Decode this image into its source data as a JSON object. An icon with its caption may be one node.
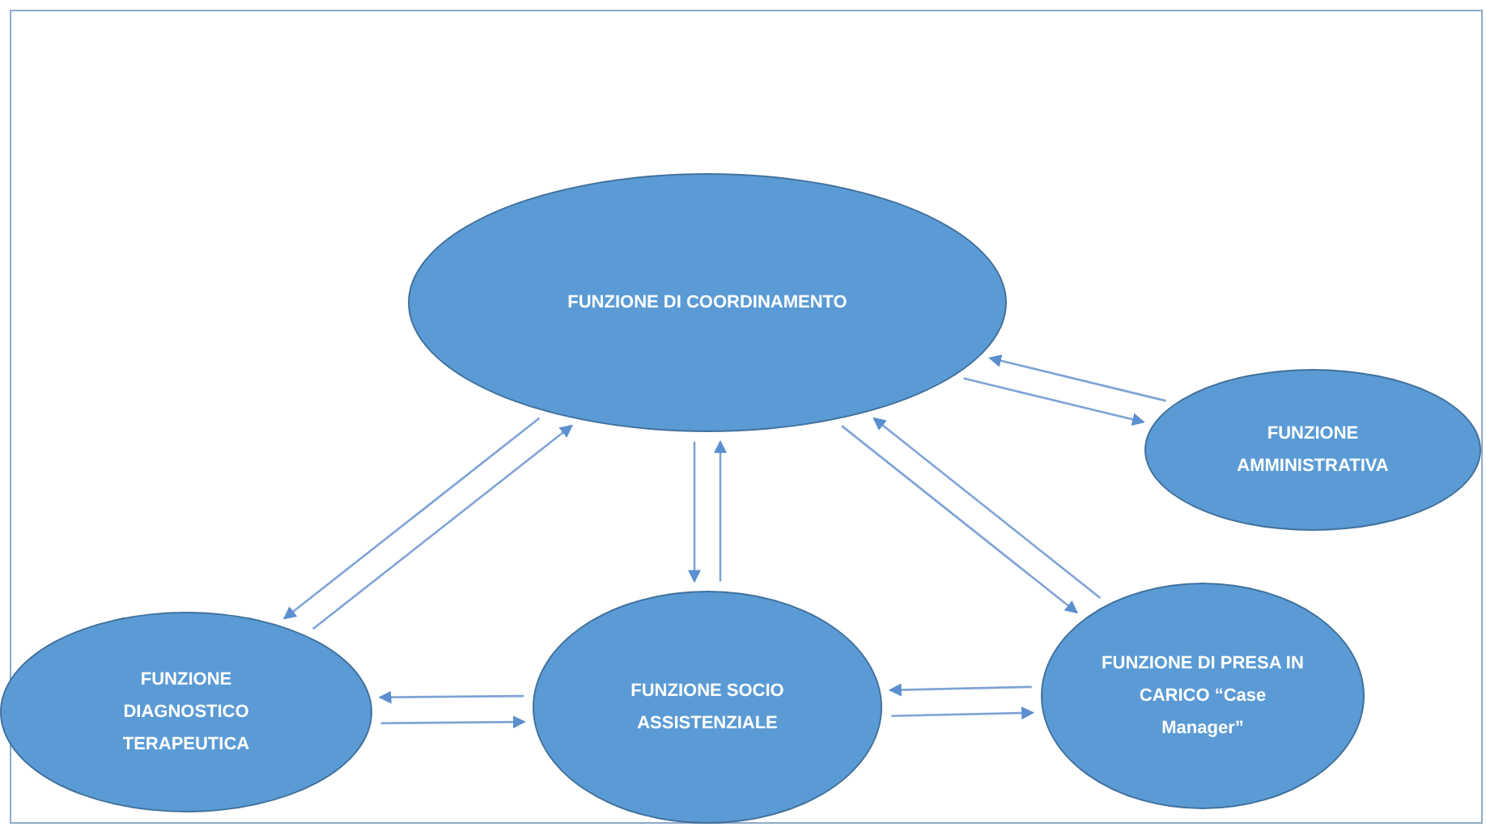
{
  "diagram": {
    "nodes": [
      {
        "text": [
          "FUNZIONE DI COORDINAMENTO"
        ]
      },
      {
        "text": [
          "FUNZIONE AMMINISTRATIVA"
        ]
      },
      {
        "text": [
          "FUNZIONE DIAGNOSTICO TERAPEUTICA"
        ]
      },
      {
        "text": [
          "FUNZIONE SOCIO ASSISTENZIALE"
        ]
      },
      {
        "text": [
          "FUNZIONE DI PRESA IN CARICO “Case Manager”"
        ]
      }
    ],
    "edges": [
      {
        "from": 0,
        "to": 1,
        "arrow": "to"
      },
      {
        "from": 1,
        "to": 0,
        "arrow": "to"
      },
      {
        "from": 2,
        "to": 0,
        "arrow": "to"
      },
      {
        "from": 0,
        "to": 2,
        "arrow": "to"
      },
      {
        "from": 0,
        "to": 3,
        "arrow": "to"
      },
      {
        "from": 3,
        "to": 0,
        "arrow": "to"
      },
      {
        "from": 0,
        "to": 4,
        "arrow": "to"
      },
      {
        "from": 4,
        "to": 0,
        "arrow": "to"
      },
      {
        "from": 2,
        "to": 3,
        "arrow": "to"
      },
      {
        "from": 3,
        "to": 2,
        "arrow": "to"
      },
      {
        "from": 3,
        "to": 4,
        "arrow": "to"
      },
      {
        "from": 4,
        "to": 3,
        "arrow": "to"
      }
    ]
  }
}
